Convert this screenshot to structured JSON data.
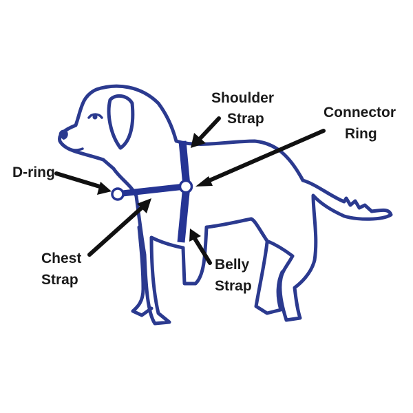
{
  "colors": {
    "outline": "#2b3a8f",
    "strap": "#253494",
    "pointer": "#111111",
    "text": "#1a1a1a"
  },
  "labels": {
    "shoulder_strap": [
      "Shoulder",
      "Strap"
    ],
    "connector_ring": [
      "Connector",
      "Ring"
    ],
    "d_ring": [
      "D-ring"
    ],
    "chest_strap": [
      "Chest",
      "Strap"
    ],
    "belly_strap": [
      "Belly",
      "Strap"
    ]
  }
}
